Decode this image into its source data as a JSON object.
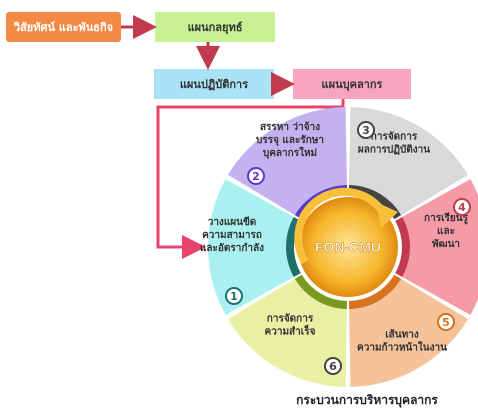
{
  "top_flow": {
    "vision": "วิสัยทัศน์ และพันธกิจ",
    "strategic_plan": "แผนกลยุทธ์",
    "operational_plan": "แผนปฏิบัติการ",
    "hr_plan": "แผนบุคลากร"
  },
  "center_label": "FON-CMU",
  "segments": [
    {
      "number": "1",
      "lines": [
        "วางแผนขีด",
        "ความสามารถ",
        "และอัตรากำลัง"
      ]
    },
    {
      "number": "2",
      "lines": [
        "สรรหา ว่าจ้าง",
        "บรรจุ และรักษา",
        "บุคลากรใหม่"
      ]
    },
    {
      "number": "3",
      "lines": [
        "การจัดการ",
        "ผลการปฏิบัติงาน"
      ]
    },
    {
      "number": "4",
      "lines": [
        "การเรียนรู้",
        "และ",
        "พัฒนา"
      ]
    },
    {
      "number": "5",
      "lines": [
        "เส้นทาง",
        "ความก้าวหน้าในงาน"
      ]
    },
    {
      "number": "6",
      "lines": [
        "การจัดการ",
        "ความสำเร็จ"
      ]
    }
  ],
  "caption": "กระบวนการบริหารบุคลากร",
  "colors": {
    "orange": "#f28a45",
    "green": "#c8f095",
    "blue": "#a9e3f5",
    "pink": "#f6a4c1",
    "connector": "#e8436d",
    "arrow_dark": "#c23a4e"
  }
}
